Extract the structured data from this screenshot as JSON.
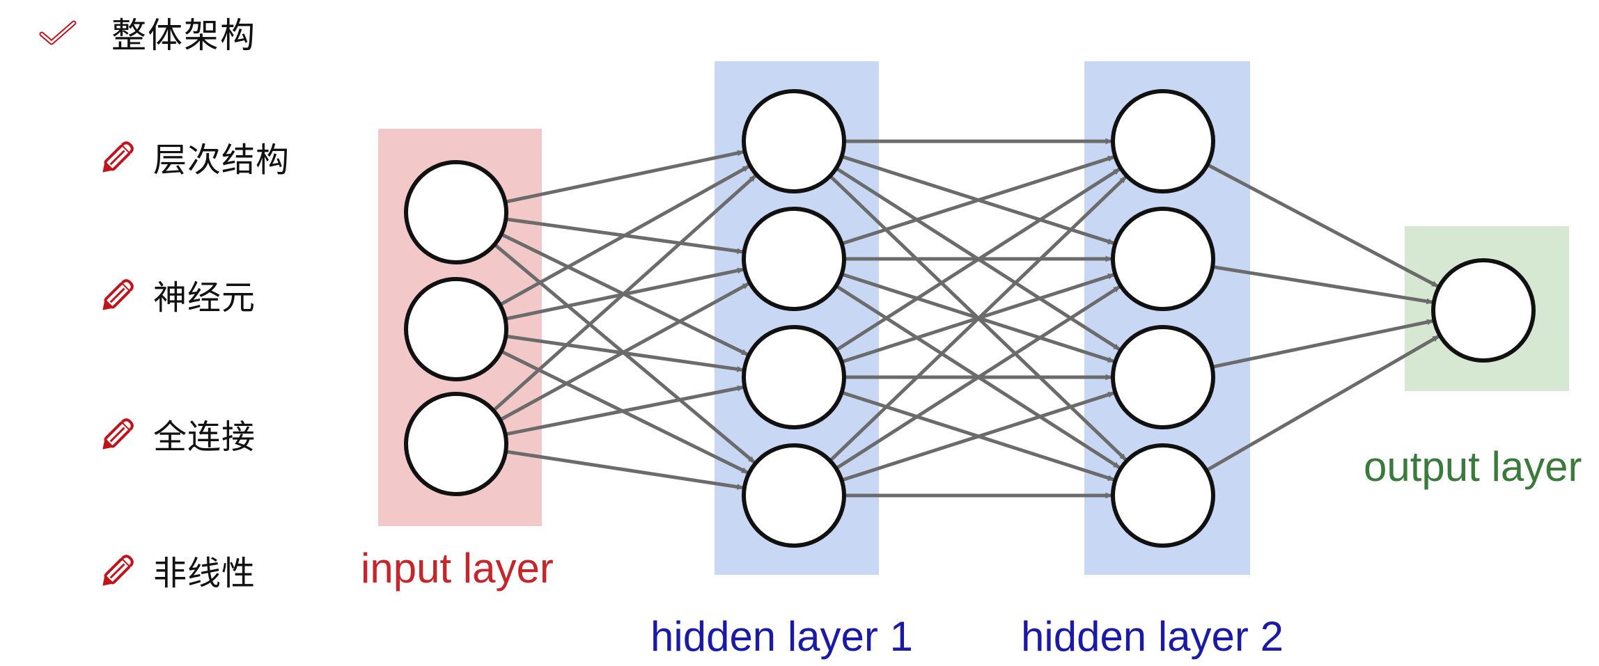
{
  "heading": {
    "icon": "check-icon",
    "text": "整体架构"
  },
  "bullets": [
    {
      "icon": "pencil-icon",
      "text": "层次结构"
    },
    {
      "icon": "pencil-icon",
      "text": "神经元"
    },
    {
      "icon": "pencil-icon",
      "text": "全连接"
    },
    {
      "icon": "pencil-icon",
      "text": "非线性"
    }
  ],
  "network": {
    "layers": [
      {
        "name": "input layer",
        "nodes": 3,
        "color": "#f2c8c8",
        "label_color": "#c5262b"
      },
      {
        "name": "hidden layer 1",
        "nodes": 4,
        "color": "#c8d8f4",
        "label_color": "#1a1aa6"
      },
      {
        "name": "hidden layer 2",
        "nodes": 4,
        "color": "#c8d8f4",
        "label_color": "#1a1aa6"
      },
      {
        "name": "output layer",
        "nodes": 1,
        "color": "#d6e8d2",
        "label_color": "#3a7a3a"
      }
    ],
    "connections": "fully-connected",
    "edge_color": "#6b6b6b",
    "accent_color": "#c0141c"
  }
}
